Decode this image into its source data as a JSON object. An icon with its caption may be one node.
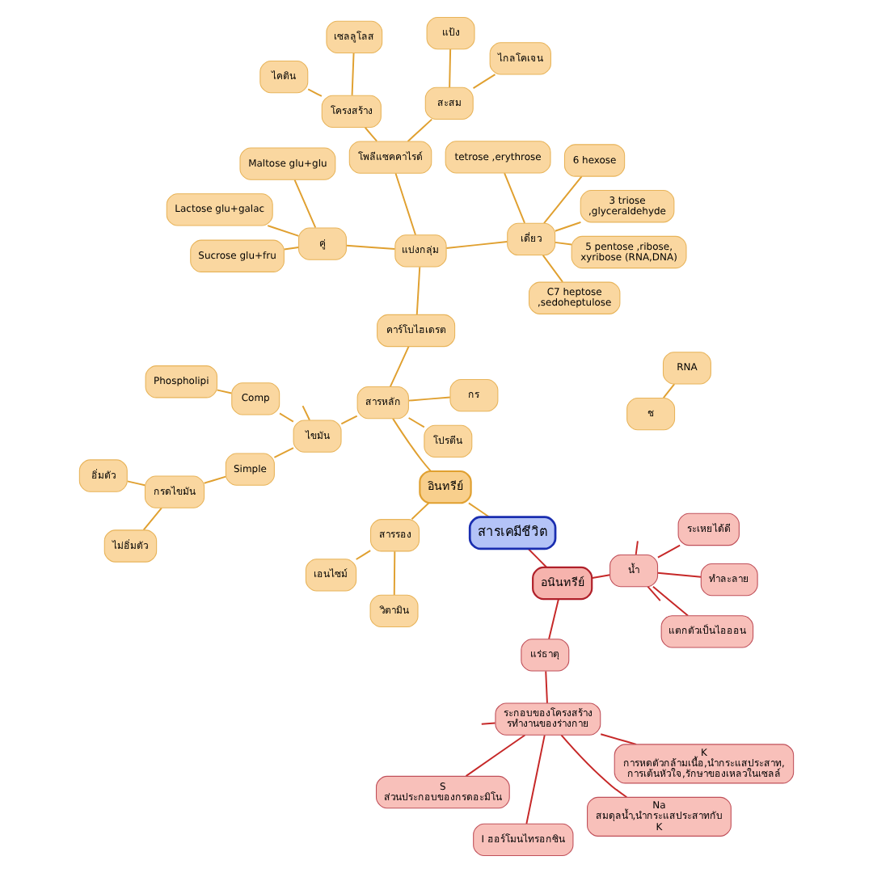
{
  "diagram": {
    "nodes": [
      {
        "text": [
          "สารเคมีชีวิต"
        ]
      },
      {
        "text": [
          "อินทรีย์"
        ]
      },
      {
        "text": [
          "สารหลัก"
        ]
      },
      {
        "text": [
          "คาร์โบไฮเดรต"
        ]
      },
      {
        "text": [
          "แบ่งกลุ่ม"
        ]
      },
      {
        "text": [
          "คู่"
        ]
      },
      {
        "text": [
          "Maltose glu+glu"
        ]
      },
      {
        "text": [
          "Lactose glu+galac"
        ]
      },
      {
        "text": [
          "Sucrose glu+fru"
        ]
      },
      {
        "text": [
          "เดี่ยว"
        ]
      },
      {
        "text": [
          "3 triose ,glyceraldehyde"
        ]
      },
      {
        "text": [
          "tetrose ,erythrose"
        ]
      },
      {
        "text": [
          "5 pentose ,ribose, xyribose (RNA,DNA)"
        ]
      },
      {
        "text": [
          "6 hexose"
        ]
      },
      {
        "text": [
          "C7 heptose ,sedoheptulose"
        ]
      },
      {
        "text": [
          "โพลีแซคคาไรด์"
        ]
      },
      {
        "text": [
          "สะสม"
        ]
      },
      {
        "text": [
          "แป้ง"
        ]
      },
      {
        "text": [
          "ไกลโคเจน"
        ]
      },
      {
        "text": [
          "โครงสร้าง"
        ]
      },
      {
        "text": [
          "เซลลูโลส"
        ]
      },
      {
        "text": [
          "ไคติน"
        ]
      },
      {
        "text": [
          "ไขมัน"
        ]
      },
      {
        "text": [
          "Simple"
        ]
      },
      {
        "text": [
          "กรดไขมัน"
        ]
      },
      {
        "text": [
          "อิ่มตัว"
        ]
      },
      {
        "text": [
          "ไม่อิ่มตัว"
        ]
      },
      {
        "text": [
          "Comp"
        ]
      },
      {
        "text": [
          "Phospholipi"
        ]
      },
      {
        "text": [
          "โปรตีน"
        ]
      },
      {
        "text": [
          "กร"
        ]
      },
      {
        "text": [
          "สารรอง"
        ]
      },
      {
        "text": [
          "เอนไซม์"
        ]
      },
      {
        "text": [
          "วิตามิน"
        ]
      },
      {
        "text": [
          "RNA"
        ]
      },
      {
        "text": [
          "ช"
        ]
      },
      {
        "text": [
          "อนินทรีย์"
        ]
      },
      {
        "text": [
          "น้ำ"
        ]
      },
      {
        "text": [
          "ทำละลาย"
        ]
      },
      {
        "text": [
          "แตกตัวเป็นไอออน"
        ]
      },
      {
        "text": [
          "ระเหยได้ดี"
        ]
      },
      {
        "text": [
          "แร่ธาตุ"
        ]
      },
      {
        "text": [
          "ระกอบของโครงสร้าง รทำงานของร่างกาย"
        ]
      },
      {
        "text": [
          "S ส่วนประกอบของกรดอะมิโน"
        ]
      },
      {
        "text": [
          "K การหดตัวกล้ามเนื้อ,นำกระแสประสาท, การเต้นหัวใจ,รักษาของเหลวในเซลล์"
        ]
      },
      {
        "text": [
          "I ฮอร์โมนไทรอกซิน"
        ]
      },
      {
        "text": [
          "Na สมดุลน้ำ,นำกระแสประสาทกับ K"
        ]
      }
    ],
    "edges": [
      {
        "from": 0,
        "to": 1,
        "arrow": "none"
      },
      {
        "from": 0,
        "to": 36,
        "arrow": "none",
        "color": "#c62828"
      },
      {
        "from": 1,
        "to": 2,
        "arrow": "none"
      },
      {
        "from": 1,
        "to": 31,
        "arrow": "none"
      },
      {
        "from": 2,
        "to": 3,
        "arrow": "none"
      },
      {
        "from": 2,
        "to": 22,
        "arrow": "none"
      },
      {
        "from": 2,
        "to": 29,
        "arrow": "none"
      },
      {
        "from": 2,
        "to": 30,
        "arrow": "none"
      },
      {
        "from": 3,
        "to": 4,
        "arrow": "none"
      },
      {
        "from": 4,
        "to": 5,
        "arrow": "none"
      },
      {
        "from": 4,
        "to": 9,
        "arrow": "none"
      },
      {
        "from": 4,
        "to": 15,
        "arrow": "none"
      },
      {
        "from": 5,
        "to": 6,
        "arrow": "none"
      },
      {
        "from": 5,
        "to": 7,
        "arrow": "none"
      },
      {
        "from": 5,
        "to": 8,
        "arrow": "none"
      },
      {
        "from": 9,
        "to": 10,
        "arrow": "none"
      },
      {
        "from": 9,
        "to": 11,
        "arrow": "none"
      },
      {
        "from": 9,
        "to": 12,
        "arrow": "none"
      },
      {
        "from": 9,
        "to": 13,
        "arrow": "none"
      },
      {
        "from": 9,
        "to": 14,
        "arrow": "none"
      },
      {
        "from": 15,
        "to": 16,
        "arrow": "none"
      },
      {
        "from": 15,
        "to": 19,
        "arrow": "none"
      },
      {
        "from": 16,
        "to": 17,
        "arrow": "none"
      },
      {
        "from": 16,
        "to": 18,
        "arrow": "none"
      },
      {
        "from": 19,
        "to": 20,
        "arrow": "none"
      },
      {
        "from": 19,
        "to": 21,
        "arrow": "none"
      },
      {
        "from": 22,
        "to": 23,
        "arrow": "none"
      },
      {
        "from": 22,
        "to": 27,
        "arrow": "none"
      },
      {
        "from": 22,
        "to": null,
        "arrow": "none"
      },
      {
        "from": 23,
        "to": 24,
        "arrow": "none"
      },
      {
        "from": 24,
        "to": 25,
        "arrow": "none"
      },
      {
        "from": 24,
        "to": 26,
        "arrow": "none"
      },
      {
        "from": 27,
        "to": 28,
        "arrow": "none"
      },
      {
        "from": 31,
        "to": 32,
        "arrow": "none"
      },
      {
        "from": 31,
        "to": 33,
        "arrow": "none"
      },
      {
        "from": 34,
        "to": 35,
        "arrow": "none"
      },
      {
        "from": 36,
        "to": 37,
        "arrow": "none",
        "color": "#c62828"
      },
      {
        "from": 36,
        "to": 41,
        "arrow": "none",
        "color": "#c62828"
      },
      {
        "from": 37,
        "to": 38,
        "arrow": "none",
        "color": "#c62828"
      },
      {
        "from": 37,
        "to": 39,
        "arrow": "none",
        "color": "#c62828"
      },
      {
        "from": 37,
        "to": 40,
        "arrow": "none",
        "color": "#c62828"
      },
      {
        "from": 37,
        "to": null,
        "arrow": "none",
        "color": "#c62828"
      },
      {
        "from": 37,
        "to": null,
        "arrow": "none",
        "color": "#c62828"
      },
      {
        "from": 41,
        "to": 42,
        "arrow": "none",
        "color": "#c62828"
      },
      {
        "from": 42,
        "to": 43,
        "arrow": "none",
        "color": "#c62828"
      },
      {
        "from": 42,
        "to": 44,
        "arrow": "none",
        "color": "#c62828"
      },
      {
        "from": 42,
        "to": 45,
        "arrow": "none",
        "color": "#c62828"
      },
      {
        "from": 42,
        "to": 46,
        "arrow": "none",
        "color": "#c62828"
      },
      {
        "from": 42,
        "to": null,
        "arrow": "none",
        "color": "#c62828"
      }
    ]
  }
}
